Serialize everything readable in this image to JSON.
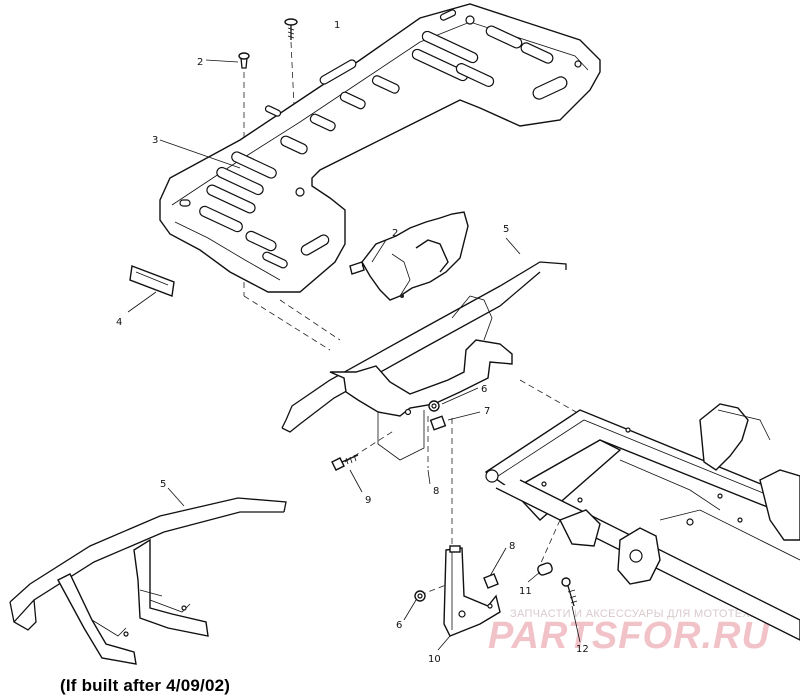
{
  "callouts": [
    {
      "id": "c1",
      "label": "1"
    },
    {
      "id": "c2a",
      "label": "2"
    },
    {
      "id": "c3",
      "label": "3"
    },
    {
      "id": "c4",
      "label": "4"
    },
    {
      "id": "c2b",
      "label": "2"
    },
    {
      "id": "c5a",
      "label": "5"
    },
    {
      "id": "c6a",
      "label": "6"
    },
    {
      "id": "c7",
      "label": "7"
    },
    {
      "id": "c9",
      "label": "9"
    },
    {
      "id": "c8a",
      "label": "8"
    },
    {
      "id": "c5b",
      "label": "5"
    },
    {
      "id": "c8b",
      "label": "8"
    },
    {
      "id": "c11",
      "label": "11"
    },
    {
      "id": "c6b",
      "label": "6"
    },
    {
      "id": "c10",
      "label": "10"
    },
    {
      "id": "c12",
      "label": "12"
    }
  ],
  "caption": "(If built after 4/09/02)",
  "watermark": {
    "tagline": "ЗАПЧАСТИ И АКСЕССУАРЫ ДЛЯ МОТОТЕХНИКИ",
    "logo": "PARTSFOR.RU",
    "color": "#f1c3c8"
  },
  "parts": [
    {
      "ref": "1",
      "name": "screw-icon"
    },
    {
      "ref": "2",
      "name": "rivet-icon"
    },
    {
      "ref": "3",
      "name": "rear-rack-icon"
    },
    {
      "ref": "4",
      "name": "reflector-icon"
    },
    {
      "ref": "5",
      "name": "rack-rail-icon"
    },
    {
      "ref": "6",
      "name": "nut-icon"
    },
    {
      "ref": "7",
      "name": "washer-icon"
    },
    {
      "ref": "8",
      "name": "bolt-icon"
    },
    {
      "ref": "9",
      "name": "bolt-icon"
    },
    {
      "ref": "10",
      "name": "bracket-icon"
    },
    {
      "ref": "11",
      "name": "spacer-icon"
    },
    {
      "ref": "12",
      "name": "bolt-icon"
    }
  ]
}
